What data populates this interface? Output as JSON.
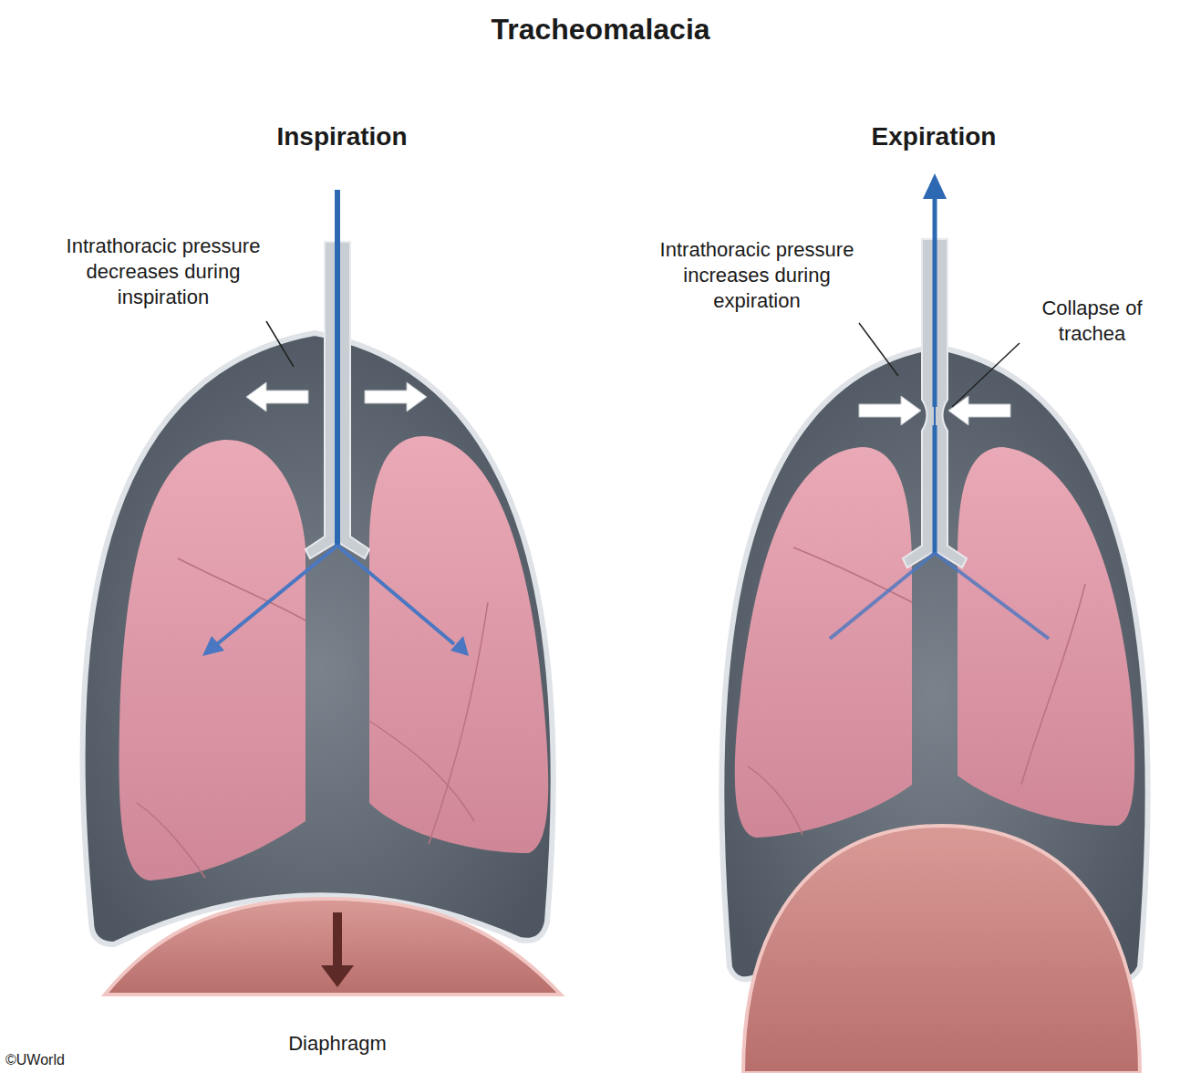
{
  "diagram": {
    "title": "Tracheomalacia",
    "labels": [
      "Inspiration",
      "Intrathoracic pressure decreases during inspiration",
      "Expiration",
      "Intrathoracic pressure increases during expiration",
      "Collapse of trachea",
      "Diaphragm",
      "©UWorld"
    ]
  }
}
